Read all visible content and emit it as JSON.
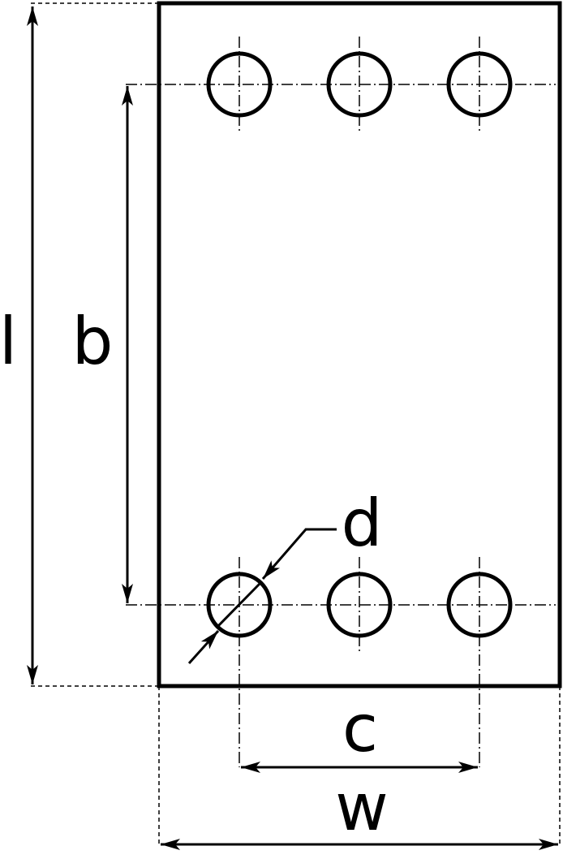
{
  "labels": {
    "length": "l",
    "hole_spacing_length": "b",
    "hole_diameter": "d",
    "hole_spacing_width": "c",
    "width": "w"
  },
  "holes": {
    "rows": 2,
    "columns": 3
  },
  "colors": {
    "line": "#000000",
    "background": "#ffffff"
  }
}
